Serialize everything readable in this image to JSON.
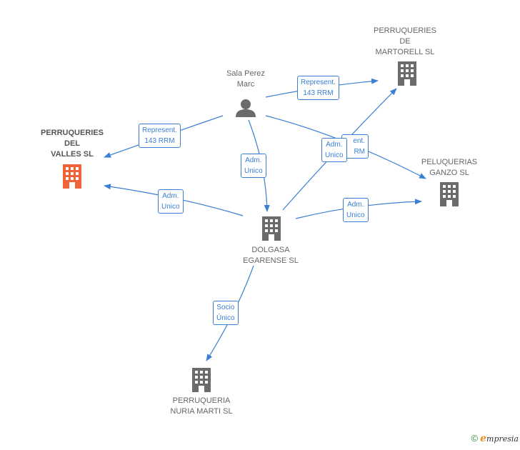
{
  "nodes": {
    "sala_perez": {
      "lines": [
        "Sala Perez",
        "Marc"
      ]
    },
    "perruqueries_martorell": {
      "lines": [
        "PERRUQUERIES",
        "DE",
        "MARTORELL SL"
      ]
    },
    "perruqueries_valles": {
      "lines": [
        "PERRUQUERIES",
        "DEL",
        "VALLES SL"
      ]
    },
    "peluquerias_ganzo": {
      "lines": [
        "PELUQUERIAS",
        "GANZO SL"
      ]
    },
    "dolgasa": {
      "lines": [
        "DOLGASA",
        "EGARENSE SL"
      ]
    },
    "perruqueria_nuria": {
      "lines": [
        "PERRUQUERIA",
        "NURIA MARTI SL"
      ]
    }
  },
  "edges": {
    "sala_martorell": {
      "lines": [
        "Represent.",
        "143 RRM"
      ]
    },
    "sala_valles": {
      "lines": [
        "Represent.",
        "143 RRM"
      ]
    },
    "sala_dolgasa": {
      "lines": [
        "Adm.",
        "Unico"
      ]
    },
    "sala_ganzo_hidden": {
      "lines": [
        "ent.",
        "RM"
      ]
    },
    "dolgasa_martorell": {
      "lines": [
        "Adm.",
        "Unico"
      ]
    },
    "dolgasa_valles": {
      "lines": [
        "Adm.",
        "Unico"
      ]
    },
    "dolgasa_ganzo": {
      "lines": [
        "Adm.",
        "Unico"
      ]
    },
    "dolgasa_nuria": {
      "lines": [
        "Socio",
        "Único"
      ]
    }
  },
  "footer": {
    "copyright": "©",
    "brand_initial": "e",
    "brand_rest": "mpresia"
  },
  "colors": {
    "edge": "#3b7fd4",
    "building": "#6b6b6b",
    "highlight_building": "#f0643a",
    "person": "#6b6b6b"
  },
  "icons": {
    "company": "building-icon",
    "person": "person-icon"
  }
}
